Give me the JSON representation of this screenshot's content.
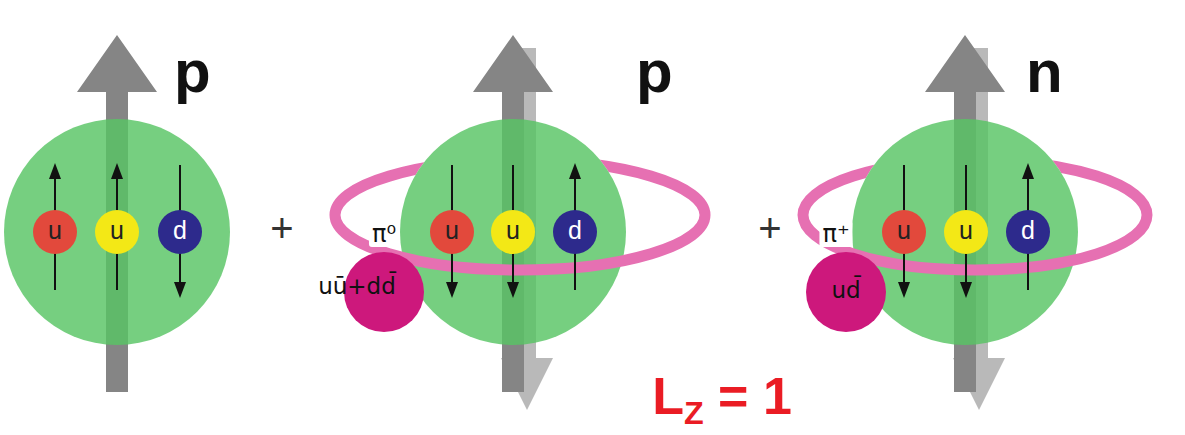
{
  "diagram": {
    "nodes": [
      {
        "text": [
          "p"
        ]
      },
      {
        "text": [
          "u"
        ],
        "in": 0
      },
      {
        "text": [
          "u"
        ],
        "in": 0
      },
      {
        "text": [
          "d"
        ],
        "in": 0
      },
      {
        "text": [
          "π⁰",
          "uū+dd̄"
        ]
      },
      {
        "text": [
          "p"
        ]
      },
      {
        "text": [
          "u"
        ],
        "in": 5
      },
      {
        "text": [
          "u"
        ],
        "in": 5
      },
      {
        "text": [
          "d"
        ],
        "in": 5
      },
      {
        "text": [
          "π⁺",
          "ud̄"
        ]
      },
      {
        "text": [
          "n"
        ]
      },
      {
        "text": [
          "u"
        ],
        "in": 10
      },
      {
        "text": [
          "u"
        ],
        "in": 10
      },
      {
        "text": [
          "d"
        ],
        "in": 10
      }
    ],
    "labels": [
      "+",
      "+",
      "LZ = 1"
    ]
  }
}
